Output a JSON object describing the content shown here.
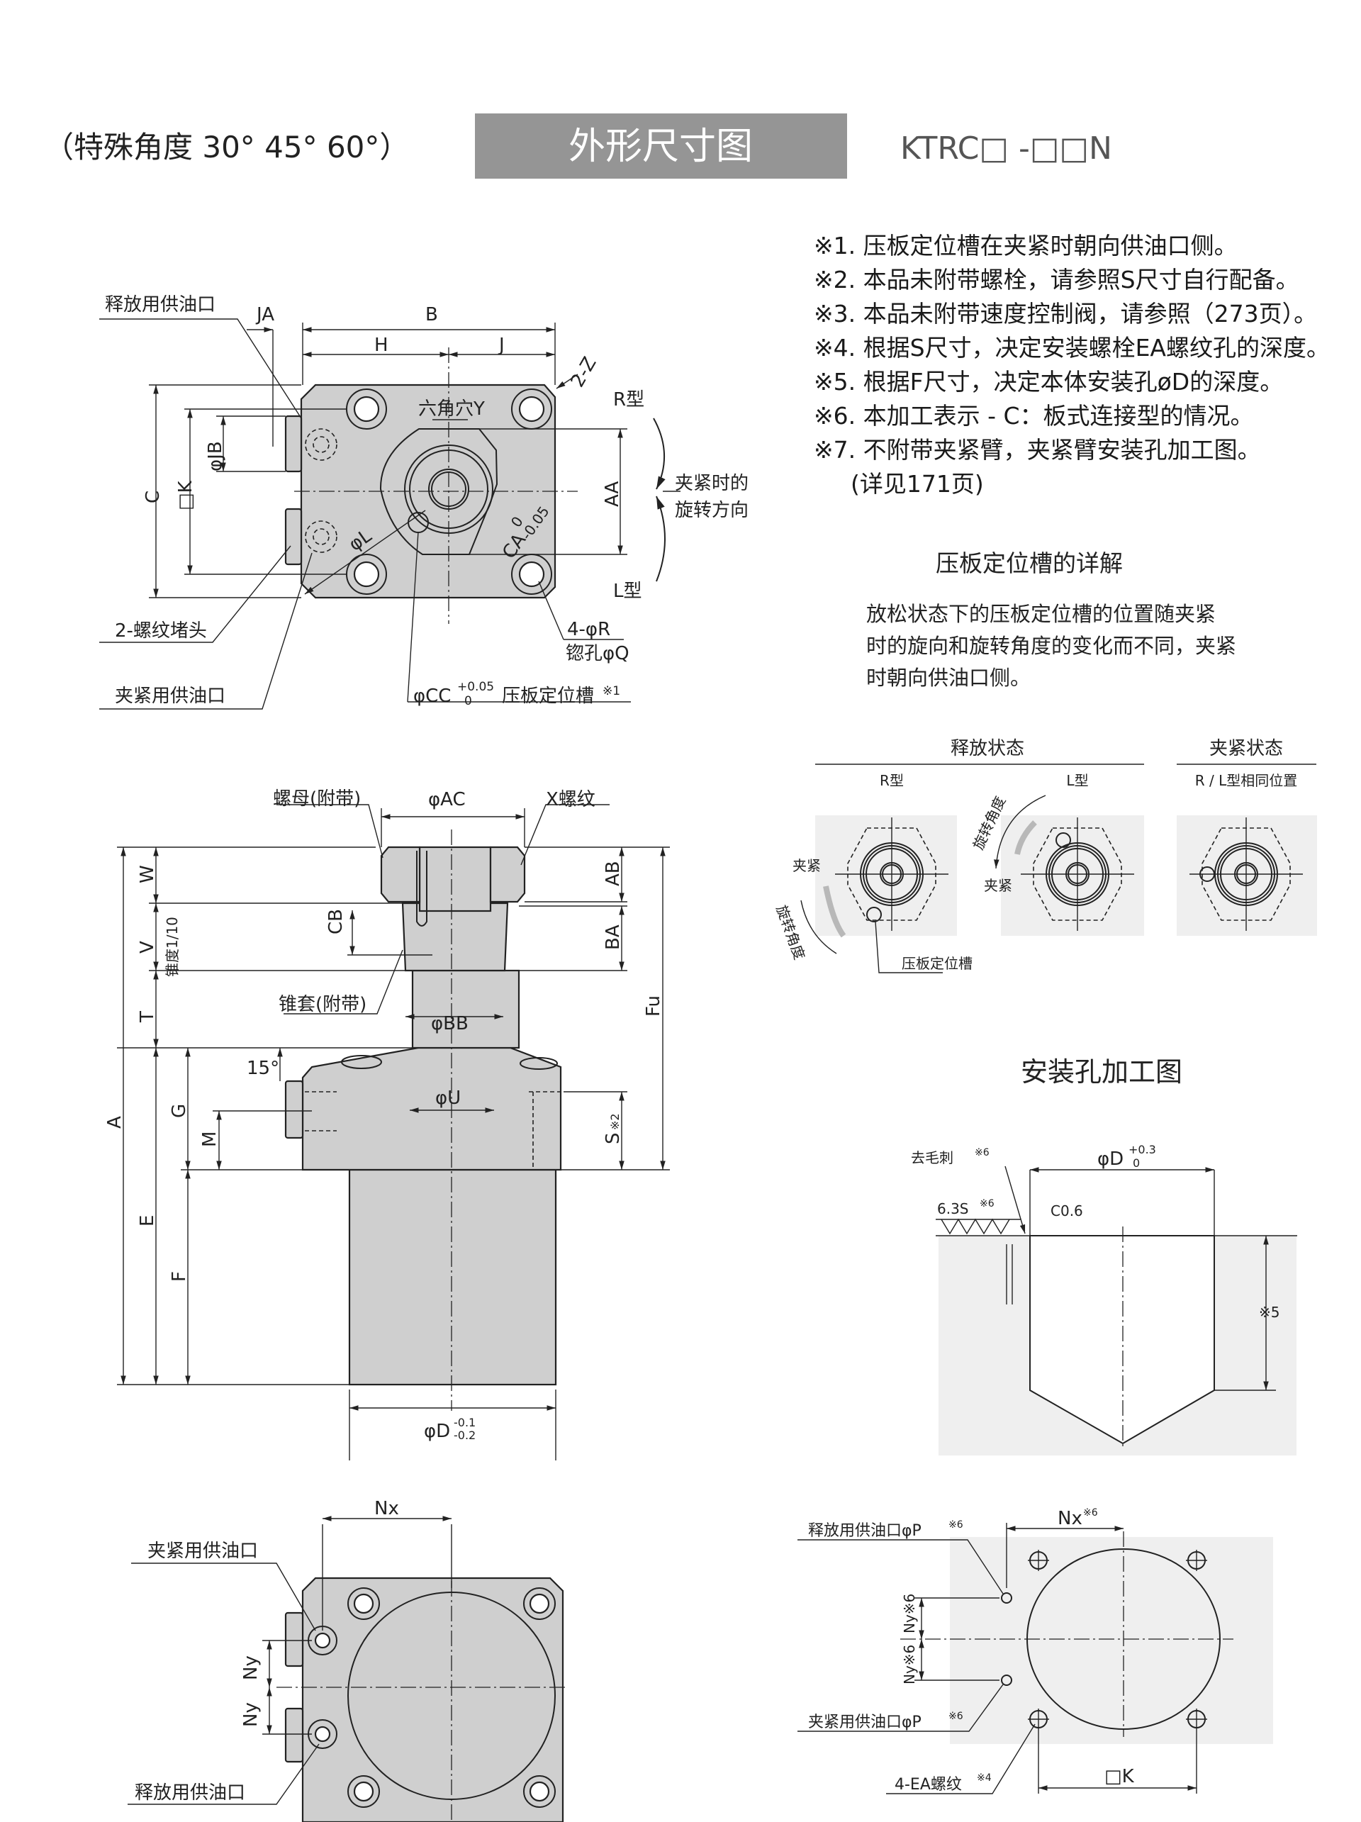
{
  "header": {
    "special_angles": "（特殊角度 30°  45°  60°）",
    "title": "外形尺寸图",
    "model": "KTRC□ -□□N",
    "title_bg": "#959595"
  },
  "notes": [
    "※1. 压板定位槽在夹紧时朝向供油口侧。",
    "※2. 本品未附带螺栓，请参照S尺寸自行配备。",
    "※3. 本品未附带速度控制阀，请参照（273页）。",
    "※4. 根据S尺寸，决定安装螺栓EA螺纹孔的深度。",
    "※5. 根据F尺寸，决定本体安装孔øD的深度。",
    "※6. 本加工表示 - C：板式连接型的情况。",
    "※7. 不附带夹紧臂，夹紧臂安装孔加工图。",
    "(详见171页)"
  ],
  "top_view": {
    "release_port": "释放用供油口",
    "JA": "JA",
    "B": "B",
    "H": "H",
    "J": "J",
    "Z": "2-Z",
    "hex": "六角穴Y",
    "R_type": "R型",
    "L_type": "L型",
    "rotation_1": "夹紧时的",
    "rotation_2": "旋转方向",
    "AA": "AA",
    "C": "C",
    "K": "□K",
    "JB": "φJB",
    "L": "φL",
    "CA": "CA",
    "CA_tol_upper": "0",
    "CA_tol_lower": "-0.05",
    "plug": "2-螺纹堵头",
    "R": "4-φR",
    "Q": "锪孔φQ",
    "clamp_port": "夹紧用供油口",
    "CC": "φCC",
    "CC_tol_upper": "+0.05",
    "CC_tol_lower": "0",
    "groove": "压板定位槽",
    "groove_note": "※1"
  },
  "side_view": {
    "nut": "螺母(附带)",
    "AC": "φAC",
    "X": "X螺纹",
    "W": "W",
    "V": "V",
    "taper": "锥度1/10",
    "T": "T",
    "G": "G",
    "M": "M",
    "E": "E",
    "F": "F",
    "A": "A",
    "CB": "CB",
    "AB": "AB",
    "BA": "BA",
    "Fu": "Fu",
    "S": "S",
    "S_note": "※2",
    "sleeve": "锥套(附带)",
    "BB": "φBB",
    "angle": "15°",
    "U": "φU",
    "D": "φD",
    "D_tol_upper": "-0.1",
    "D_tol_lower": "-0.2"
  },
  "bottom_view": {
    "clamp_port": "夹紧用供油口",
    "Nx": "Nx",
    "Ny1": "Ny",
    "Ny2": "Ny",
    "release_port": "释放用供油口"
  },
  "groove_detail": {
    "title": "压板定位槽的详解",
    "desc": [
      "放松状态下的压板定位槽的位置随夹紧",
      "时的旋向和旋转角度的变化而不同，夹紧",
      "时朝向供油口侧。"
    ],
    "release_state": "释放状态",
    "clamp_state": "夹紧状态",
    "R_type": "R型",
    "L_type": "L型",
    "same_pos": "R / L型相同位置",
    "clamp_1": "夹紧",
    "clamp_2": "夹紧",
    "angle_1": "旋转角度",
    "angle_2": "旋转角度",
    "groove": "压板定位槽"
  },
  "mount_hole": {
    "title": "安装孔加工图",
    "deburr": "去毛刺",
    "deburr_note": "※6",
    "D": "φD",
    "D_tol_upper": "+0.3",
    "D_tol_lower": "0",
    "roughness": "6.3S",
    "roughness_note": "※6",
    "chamfer": "C0.6",
    "depth_note": "※5"
  },
  "port_layout": {
    "release_port": "释放用供油口φP",
    "release_note": "※6",
    "Nx": "Nx",
    "Nx_note": "※6",
    "Ny1": "Ny※6",
    "Ny2": "Ny※6",
    "clamp_port": "夹紧用供油口φP",
    "clamp_note": "※6",
    "EA": "4-EA螺纹",
    "EA_note": "※4",
    "K": "□K"
  }
}
